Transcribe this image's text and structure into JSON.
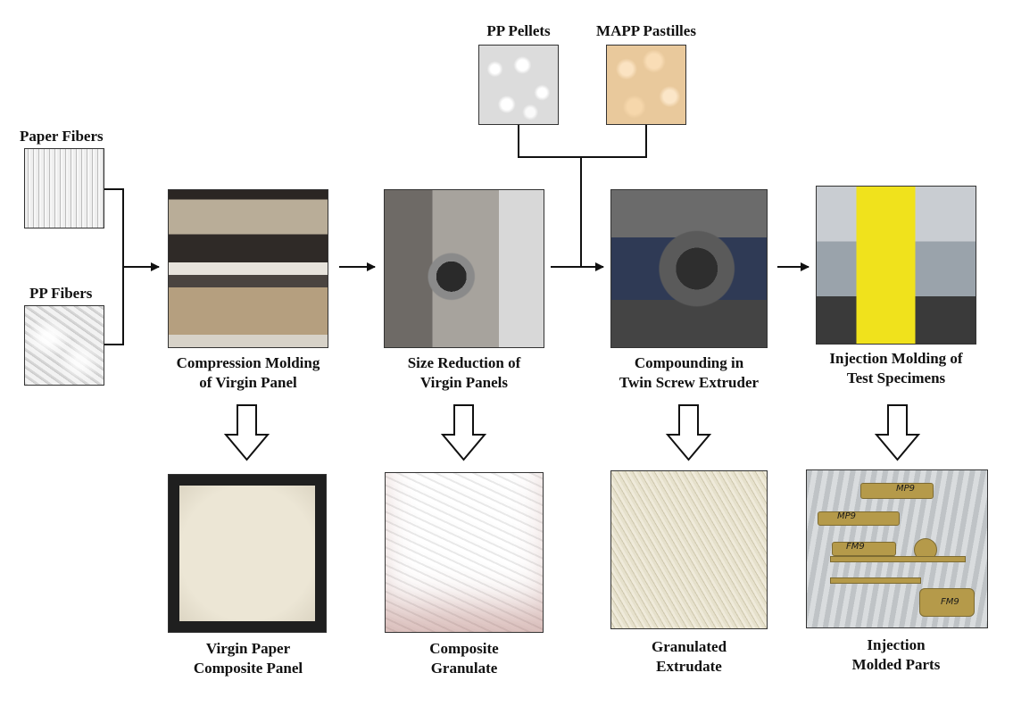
{
  "inputs": {
    "paper_fibers": "Paper Fibers",
    "pp_fibers": "PP Fibers",
    "pp_pellets": "PP Pellets",
    "mapp_pastilles": "MAPP Pastilles"
  },
  "steps": [
    {
      "line1": "Compression Molding",
      "line2": "of Virgin Panel"
    },
    {
      "line1": "Size Reduction of",
      "line2": "Virgin Panels"
    },
    {
      "line1": "Compounding in",
      "line2": "Twin Screw Extruder"
    },
    {
      "line1": "Injection Molding of",
      "line2": "Test Specimens"
    }
  ],
  "outputs": [
    {
      "line1": "Virgin Paper",
      "line2": "Composite Panel"
    },
    {
      "line1": "Composite",
      "line2": "Granulate"
    },
    {
      "line1": "Granulated",
      "line2": "Extrudate"
    },
    {
      "line1": "Injection",
      "line2": "Molded Parts"
    }
  ],
  "part_markings": {
    "mp": "MP9",
    "fm": "FM9"
  },
  "colors": {
    "line": "#111111",
    "arrow_fill": "#ffffff"
  }
}
